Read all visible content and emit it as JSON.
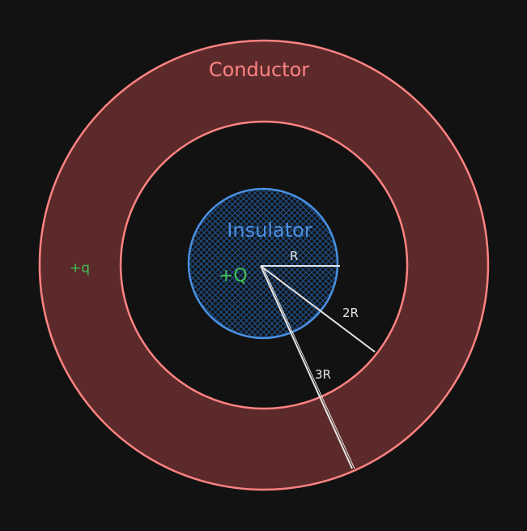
{
  "labels": {
    "conductor": "Conductor",
    "insulator": "Insulator",
    "insulator_charge": "+Q",
    "conductor_charge": "+q",
    "radius_r": "R",
    "radius_2r": "2R",
    "radius_3r": "3R"
  },
  "colors": {
    "background": "#121212",
    "conductor_stroke": "#ff8383",
    "conductor_fill": "#5c2a2a",
    "insulator_stroke": "#4a90e2",
    "insulator_hatch": "#1f4e86",
    "insulator_text": "#4a90e2",
    "charge_text": "#40c057",
    "radius_line": "#e6e6e6",
    "conductor_text": "#ff8383"
  }
}
